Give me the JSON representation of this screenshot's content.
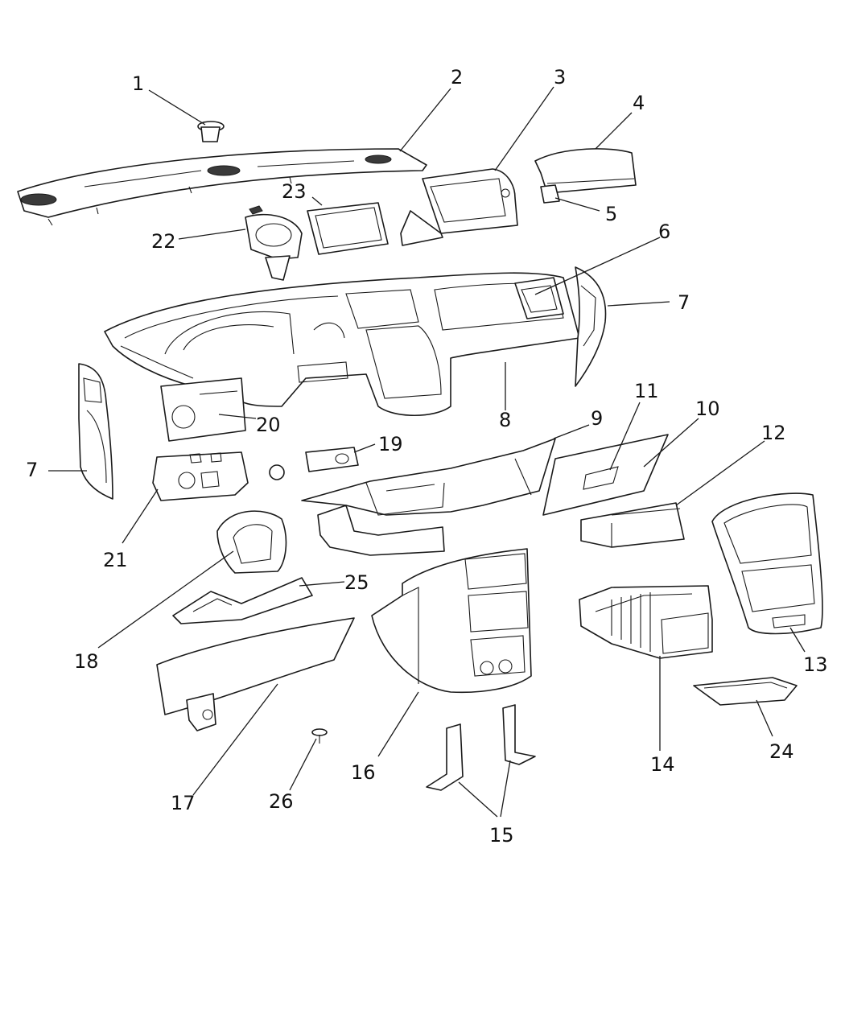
{
  "callouts": [
    {
      "id": "c1",
      "label": "1"
    },
    {
      "id": "c2",
      "label": "2"
    },
    {
      "id": "c3",
      "label": "3"
    },
    {
      "id": "c4",
      "label": "4"
    },
    {
      "id": "c5",
      "label": "5"
    },
    {
      "id": "c6",
      "label": "6"
    },
    {
      "id": "c7a",
      "label": "7"
    },
    {
      "id": "c7b",
      "label": "7"
    },
    {
      "id": "c8",
      "label": "8"
    },
    {
      "id": "c9",
      "label": "9"
    },
    {
      "id": "c10",
      "label": "10"
    },
    {
      "id": "c11",
      "label": "11"
    },
    {
      "id": "c12",
      "label": "12"
    },
    {
      "id": "c13",
      "label": "13"
    },
    {
      "id": "c14",
      "label": "14"
    },
    {
      "id": "c15",
      "label": "15"
    },
    {
      "id": "c16",
      "label": "16"
    },
    {
      "id": "c17",
      "label": "17"
    },
    {
      "id": "c18",
      "label": "18"
    },
    {
      "id": "c19",
      "label": "19"
    },
    {
      "id": "c20",
      "label": "20"
    },
    {
      "id": "c21",
      "label": "21"
    },
    {
      "id": "c22",
      "label": "22"
    },
    {
      "id": "c23",
      "label": "23"
    },
    {
      "id": "c24",
      "label": "24"
    },
    {
      "id": "c25",
      "label": "25"
    },
    {
      "id": "c26",
      "label": "26"
    }
  ]
}
